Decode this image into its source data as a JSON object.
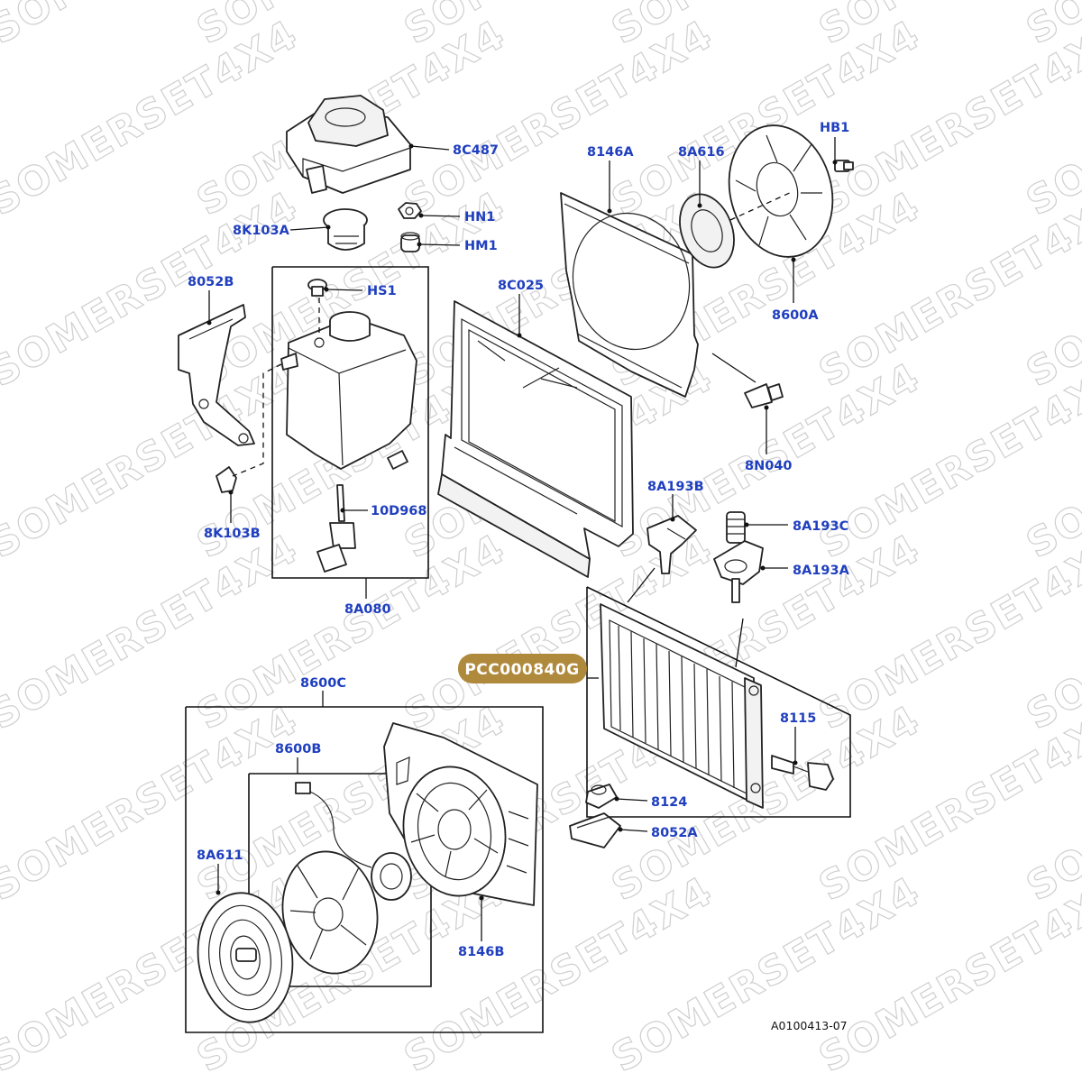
{
  "watermark": "SOMERSET4X4",
  "badge": {
    "text": "PCC000840G",
    "color": "#b08a3c"
  },
  "reference": "A0100413-07",
  "label_color": "#1f3fbf",
  "labels": {
    "8C487": "8C487",
    "8K103A": "8K103A",
    "HN1": "HN1",
    "HM1": "HM1",
    "8052B": "8052B",
    "HS1": "HS1",
    "10D968": "10D968",
    "8K103B": "8K103B",
    "8A080": "8A080",
    "8C025": "8C025",
    "8146A": "8146A",
    "8A616": "8A616",
    "HB1": "HB1",
    "8600A": "8600A",
    "8N040": "8N040",
    "8A193B": "8A193B",
    "8A193C": "8A193C",
    "8A193A": "8A193A",
    "8115": "8115",
    "8124": "8124",
    "8052A": "8052A",
    "8600C": "8600C",
    "8600B": "8600B",
    "8A611": "8A611",
    "8146B": "8146B"
  }
}
